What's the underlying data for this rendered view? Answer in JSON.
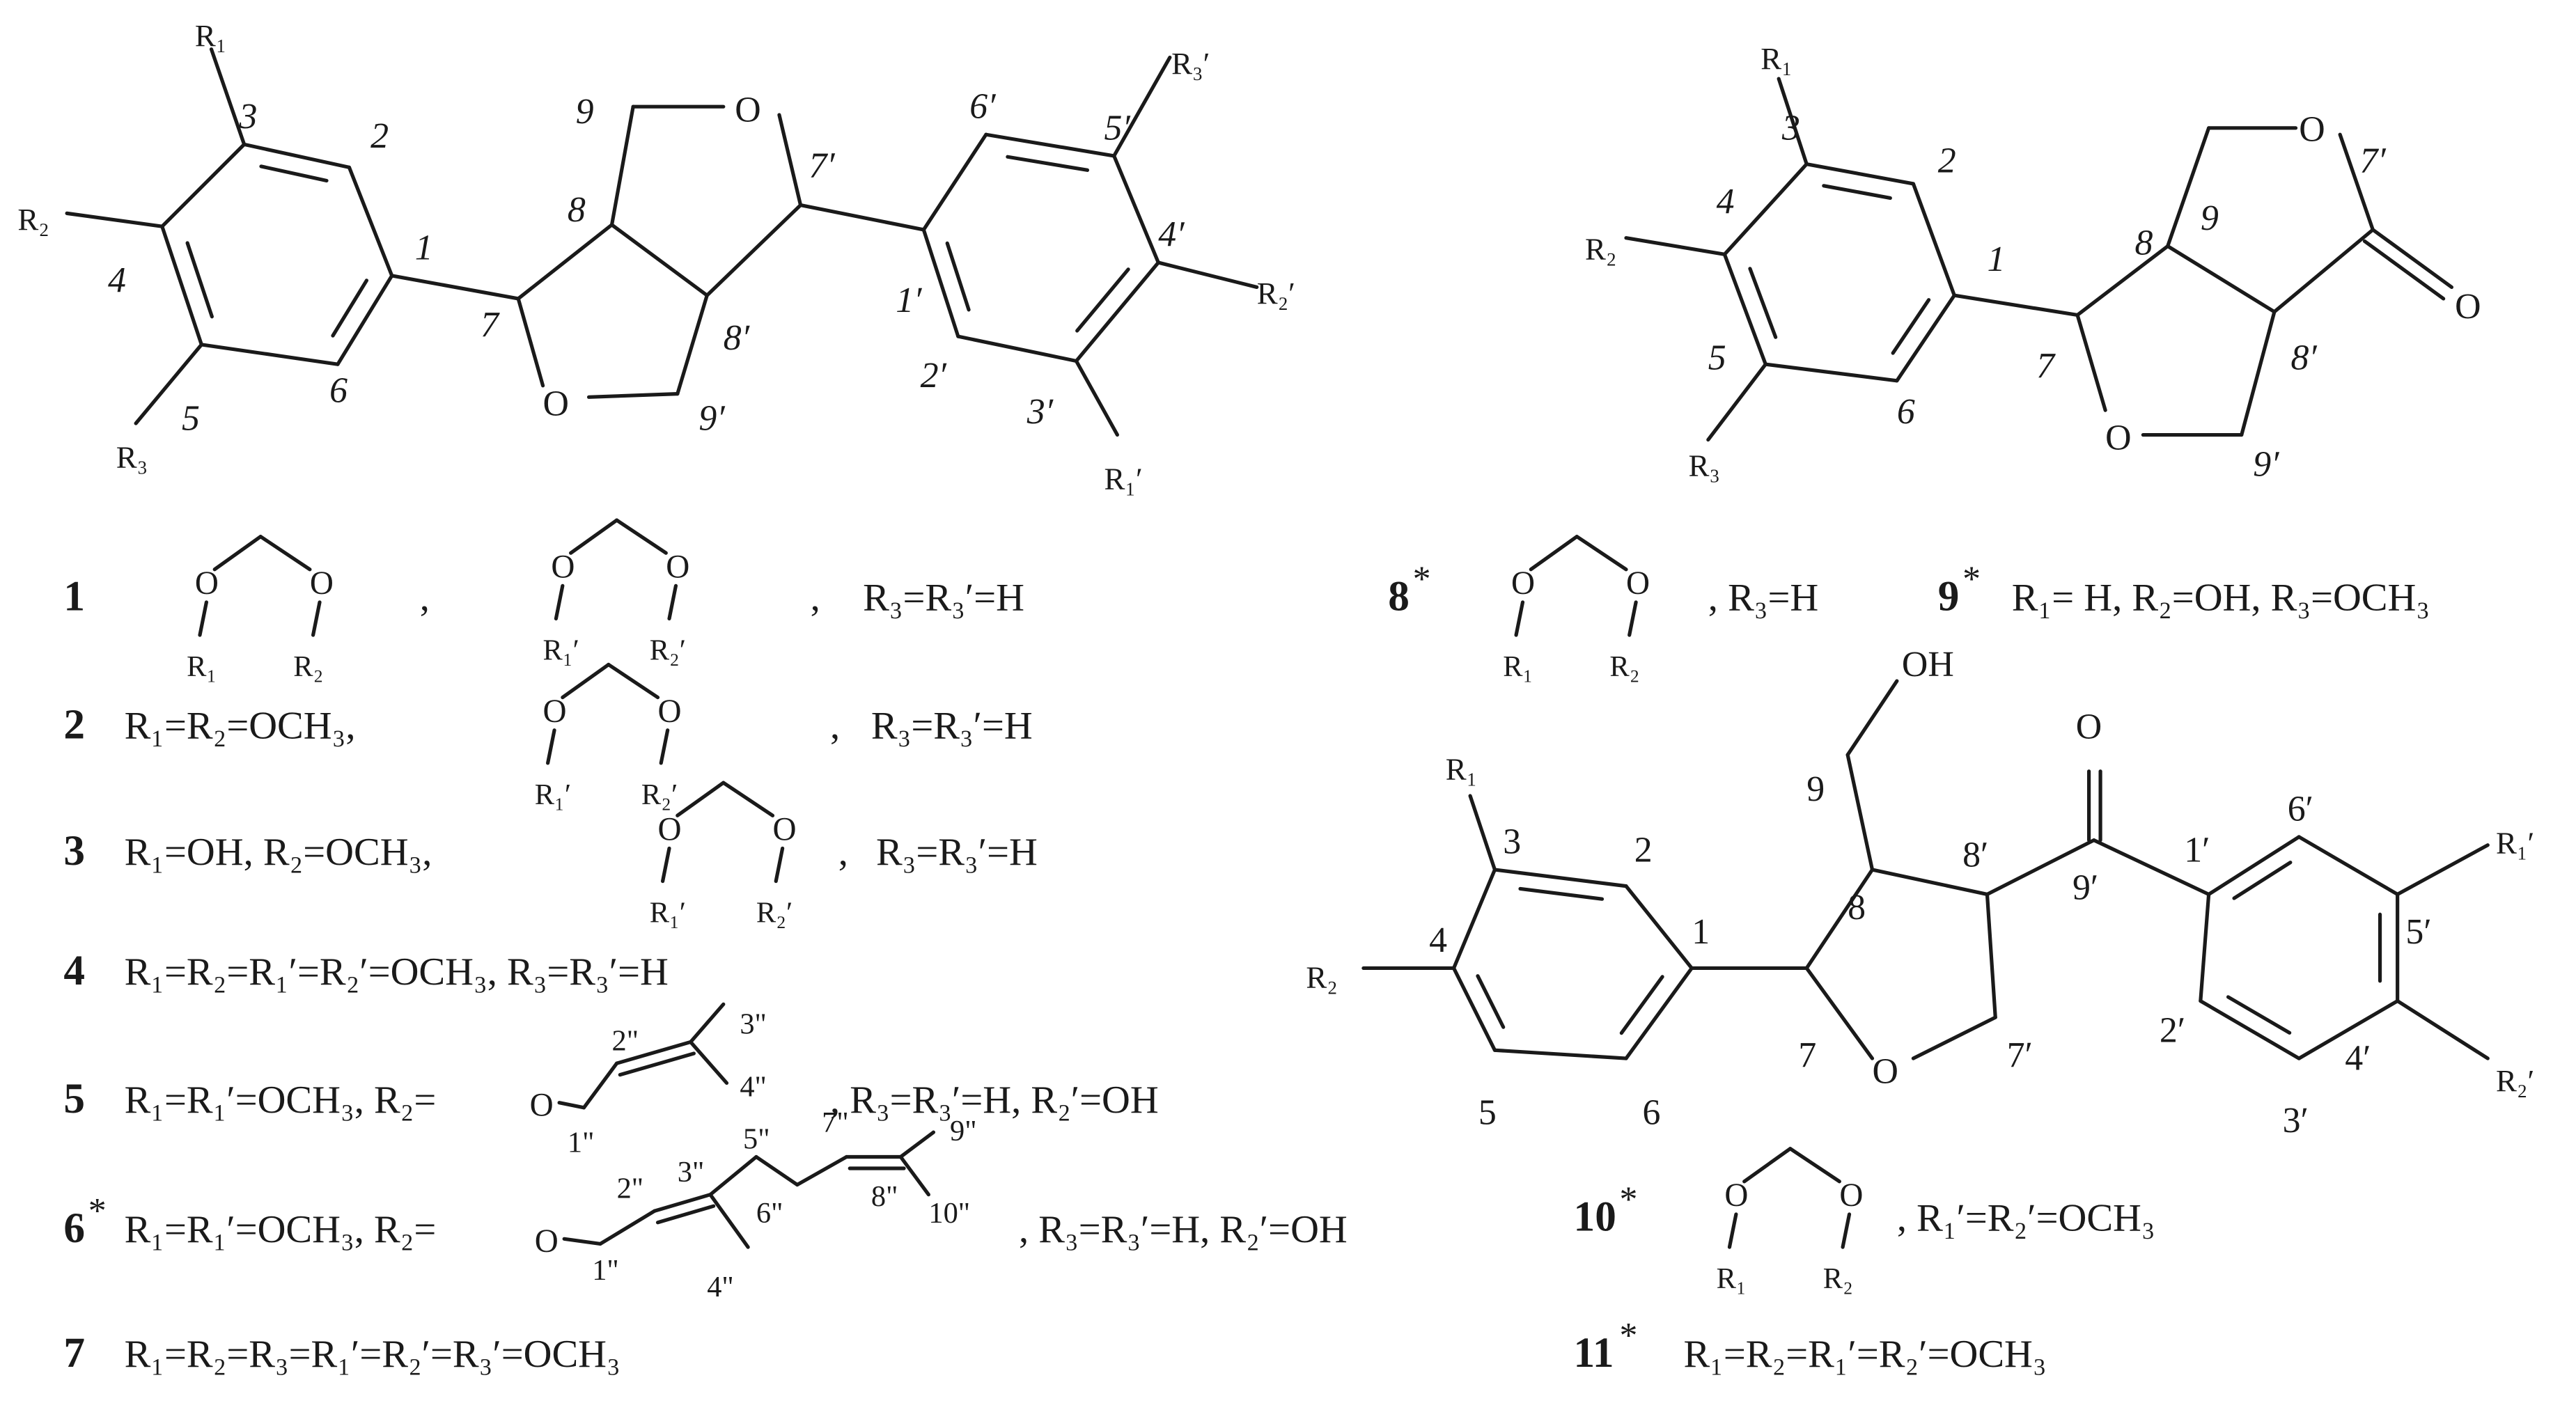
{
  "colors": {
    "ink": "#1a1a1a",
    "background": "#ffffff"
  },
  "structure_1": {
    "r1": "R₁",
    "c3": "3",
    "c2": "2",
    "r2": "R₂",
    "c4": "4",
    "c1": "1",
    "c5": "5",
    "c6": "6",
    "r3": "R₃",
    "c7": "7",
    "c8": "8",
    "c9": "9",
    "o_top": "O",
    "c7p": "7′",
    "c8p": "8′",
    "o_bottom": "O",
    "c9p": "9′",
    "c6p": "6′",
    "c5p": "5′",
    "r3p": "R₃′",
    "c4p": "4′",
    "c1p": "1′",
    "r2p": "R₂′",
    "c2p": "2′",
    "c3p": "3′",
    "r1p": "R₁′"
  },
  "structure_8": {
    "r1": "R₁",
    "c3": "3",
    "c2": "2",
    "c4": "4",
    "r2": "R₂",
    "c1": "1",
    "c5": "5",
    "c6": "6",
    "r3": "R₃",
    "c7": "7",
    "c8": "8",
    "c9": "9",
    "o_ring": "O",
    "c7p": "7′",
    "o_carbonyl": "O",
    "c8p": "8′",
    "o_bottom": "O",
    "c9p": "9′"
  },
  "structure_10": {
    "oh": "OH",
    "r1": "R₁",
    "c3": "3",
    "c2": "2",
    "c9": "9",
    "c8": "8",
    "c8p": "8′",
    "o_carbonyl": "O",
    "c4": "4",
    "r2": "R₂",
    "c1": "1",
    "c7": "7",
    "c9p": "9′",
    "c1p": "1′",
    "c6p": "6′",
    "r1p": "R₁′",
    "c5p": "5′",
    "c5": "5",
    "c6": "6",
    "o_ring": "O",
    "c7p": "7′",
    "c2p": "2′",
    "c4p": "4′",
    "c3p": "3′",
    "r2p": "R₂′"
  },
  "compounds": [
    {
      "id": "1",
      "star": "",
      "parts": [
        ",",
        ",",
        "R₃=R₃′=H"
      ]
    },
    {
      "id": "2",
      "star": "",
      "parts": [
        "R₁=R₂=OCH₃,",
        ",",
        "R₃=R₃′=H"
      ]
    },
    {
      "id": "3",
      "star": "",
      "parts": [
        "R₁=OH,   R₂=OCH₃,",
        ",",
        "R₃=R₃′=H"
      ]
    },
    {
      "id": "4",
      "star": "",
      "parts": [
        "R₁=R₂=R₁′=R₂′=OCH₃,   R₃=R₃′=H"
      ]
    },
    {
      "id": "5",
      "star": "",
      "parts": [
        "R₁=R₁′=OCH₃,   R₂=",
        ",   R₃=R₃′=H,   R₂′=OH"
      ]
    },
    {
      "id": "6",
      "star": "*",
      "parts": [
        "R₁=R₁′=OCH₃,   R₂=",
        ",  R₃=R₃′=H,   R₂′=OH"
      ]
    },
    {
      "id": "7",
      "star": "",
      "parts": [
        "R₁=R₂=R₃=R₁′=R₂′=R₃′=OCH₃"
      ]
    },
    {
      "id": "8",
      "star": "*",
      "parts": [
        ",  R₃=H"
      ]
    },
    {
      "id": "9",
      "star": "*",
      "parts": [
        "R₁= H,   R₂=OH,   R₃=OCH₃"
      ]
    },
    {
      "id": "10",
      "star": "*",
      "parts": [
        ",  R₁′=R₂′=OCH₃"
      ]
    },
    {
      "id": "11",
      "star": "*",
      "parts": [
        "R₁=R₂=R₁′=R₂′=OCH₃"
      ]
    }
  ],
  "methylenedioxy": {
    "o": "O",
    "r1": "R₁",
    "r2": "R₂",
    "r1p": "R₁′",
    "r2p": "R₂′"
  },
  "prenyl": {
    "o": "O",
    "c1": "1\"",
    "c2": "2\"",
    "c3": "3\"",
    "c4": "4\""
  },
  "geranyl": {
    "o": "O",
    "c1": "1\"",
    "c2": "2\"",
    "c3": "3\"",
    "c4": "4\"",
    "c5": "5\"",
    "c6": "6\"",
    "c7": "7\"",
    "c8": "8\"",
    "c9": "9\"",
    "c10": "10\""
  }
}
